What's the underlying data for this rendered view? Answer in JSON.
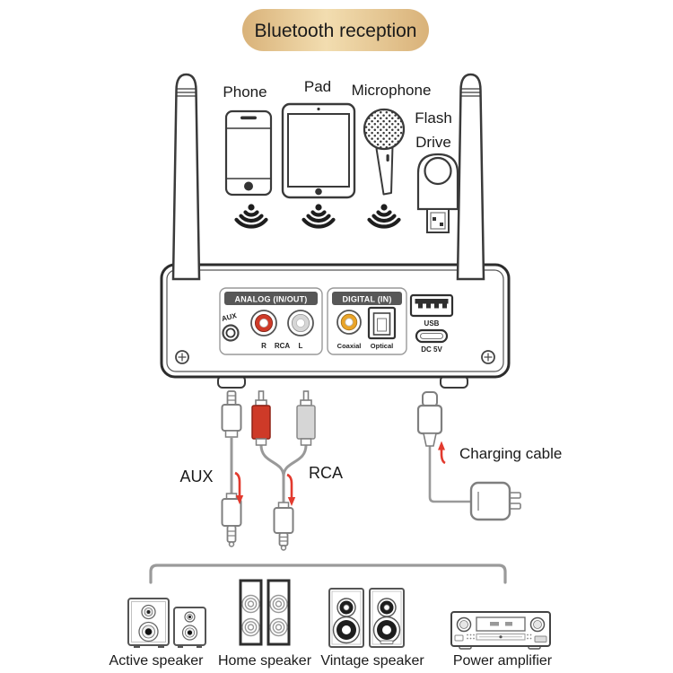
{
  "title": {
    "label": "Bluetooth reception"
  },
  "sources": {
    "phone": "Phone",
    "pad": "Pad",
    "microphone": "Microphone",
    "flash": "Flash",
    "drive": "Drive"
  },
  "receiver": {
    "analog_header": "ANALOG (IN/OUT)",
    "digital_header": "DIGITAL (IN)",
    "aux": "AUX",
    "r": "R",
    "rca": "RCA",
    "l": "L",
    "coaxial": "Coaxial",
    "optical": "Optical",
    "usb": "USB",
    "dc5v": "DC 5V"
  },
  "cables": {
    "aux": "AUX",
    "rca": "RCA",
    "charging": "Charging cable"
  },
  "outputs": {
    "active": "Active speaker",
    "home": "Home speaker",
    "vintage": "Vintage speaker",
    "amplifier": "Power amplifier"
  },
  "colors": {
    "title_edge": "#d9b279",
    "title_center": "#f2ddb0",
    "rca_red": "#ce3a28",
    "rca_white": "#d6d6d6",
    "coaxial_orange": "#e9a428",
    "arrow_red": "#e23a2e",
    "panel_gray": "#575757"
  }
}
